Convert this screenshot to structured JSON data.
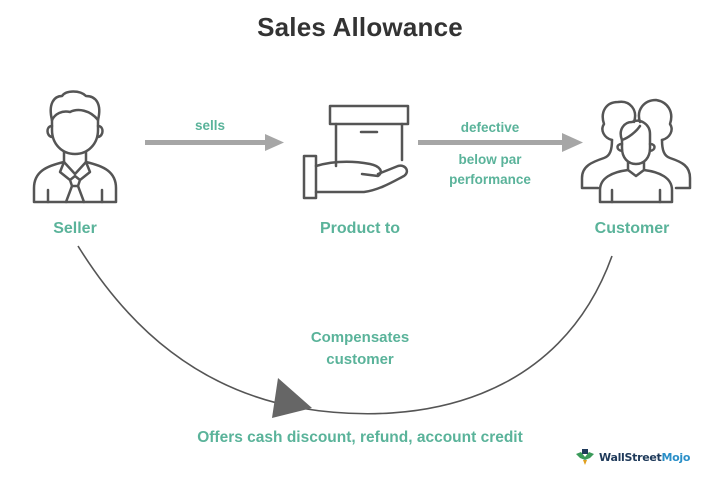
{
  "title": "Sales Allowance",
  "nodes": {
    "seller": {
      "label": "Seller",
      "icon": "seller-person-icon"
    },
    "product": {
      "label": "Product to",
      "icon": "box-in-hand-icon"
    },
    "customer": {
      "label": "Customer",
      "icon": "customer-group-icon"
    }
  },
  "edges": {
    "sells": {
      "label": "sells"
    },
    "defective": {
      "label_above": "defective",
      "label_below_line1": "below par",
      "label_below_line2": "performance"
    },
    "compensation": {
      "label_line1": "Compensates",
      "label_line2": "customer",
      "bottom_label": "Offers cash discount, refund, account credit"
    }
  },
  "logo": {
    "text_part1": "Wall",
    "text_part2": "Street",
    "text_part3": "Mojo"
  },
  "colors": {
    "accent": "#5ab39a",
    "icon_stroke": "#555555",
    "arrow": "#a6a6a6",
    "curve": "#555555",
    "title": "#333333"
  }
}
